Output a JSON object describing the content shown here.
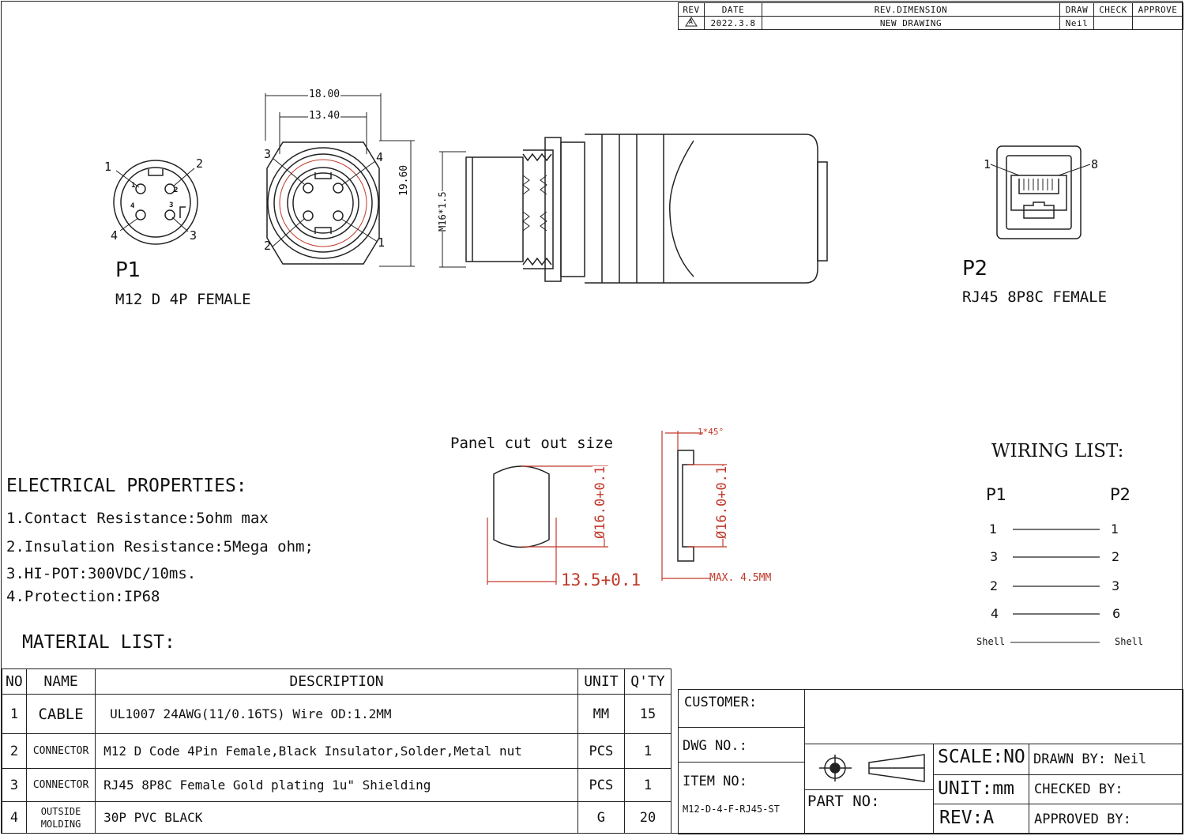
{
  "revision_block": {
    "headers": [
      "REV",
      "DATE",
      "REV.DIMENSION",
      "DRAW",
      "CHECK",
      "APPROVE"
    ],
    "row": {
      "rev": "A",
      "date": "2022.3.8",
      "dimension": "NEW DRAWING",
      "draw": "Neil",
      "check": "",
      "approve": ""
    }
  },
  "p1": {
    "title": "P1",
    "subtitle": "M12 D 4P FEMALE",
    "pin_labels": [
      "1",
      "2",
      "3",
      "4"
    ],
    "face_pins": [
      "1",
      "2",
      "3",
      "4"
    ]
  },
  "front_view": {
    "dim_outer": "18.00",
    "dim_inner": "13.40",
    "dim_height": "19.60",
    "pin_labels": [
      "3",
      "4",
      "2",
      "1"
    ]
  },
  "side_view": {
    "thread_label": "M16*1.5"
  },
  "p2": {
    "title": "P2",
    "subtitle": "RJ45 8P8C FEMALE",
    "pin_labels": [
      "1",
      "8"
    ]
  },
  "panel_cutout": {
    "title": "Panel cut out size",
    "diameter": "Ø16.0+0.1",
    "flat": "13.5+0.1",
    "chamfer": "1*45°",
    "max_thickness": "MAX. 4.5MM",
    "diameter2": "Ø16.0+0.1"
  },
  "electrical": {
    "heading": "ELECTRICAL PROPERTIES:",
    "items": [
      "1.Contact Resistance:5ohm max",
      "2.Insulation Resistance:5Mega ohm;",
      "3.HI-POT:300VDC/10ms.",
      "4.Protection:IP68"
    ]
  },
  "wiring": {
    "heading": "WIRING LIST:",
    "col1": "P1",
    "col2": "P2",
    "rows": [
      {
        "from": "1",
        "to": "1"
      },
      {
        "from": "3",
        "to": "2"
      },
      {
        "from": "2",
        "to": "3"
      },
      {
        "from": "4",
        "to": "6"
      },
      {
        "from": "Shell",
        "to": "Shell"
      }
    ]
  },
  "material": {
    "heading": "MATERIAL LIST:",
    "headers": [
      "NO.",
      "NAME",
      "DESCRIPTION",
      "UNIT",
      "Q'TY"
    ],
    "rows": [
      {
        "no": "1",
        "name": "CABLE",
        "description": "UL1007 24AWG(11/0.16TS) Wire OD:1.2MM",
        "unit": "MM",
        "qty": "15"
      },
      {
        "no": "2",
        "name": "CONNECTOR",
        "description": "M12 D Code 4Pin Female,Black Insulator,Solder,Metal nut",
        "unit": "PCS",
        "qty": "1"
      },
      {
        "no": "3",
        "name": "CONNECTOR",
        "description": "RJ45 8P8C Female Gold plating 1u\" Shielding",
        "unit": "PCS",
        "qty": "1"
      },
      {
        "no": "4",
        "name": "OUTSIDE MOLDING",
        "description": "30P PVC BLACK",
        "unit": "G",
        "qty": "20"
      }
    ]
  },
  "title_block": {
    "customer": "CUSTOMER:",
    "dwg_no": "DWG NO.:",
    "item_no_label": "ITEM NO:",
    "item_no": "M12-D-4-F-RJ45-ST",
    "part_no": "PART NO:",
    "scale": "SCALE:NO",
    "unit": "UNIT:mm",
    "rev": "REV:A",
    "drawn_by": "DRAWN BY: Neil",
    "checked_by": "CHECKED BY:",
    "approved_by": "APPROVED BY:"
  }
}
